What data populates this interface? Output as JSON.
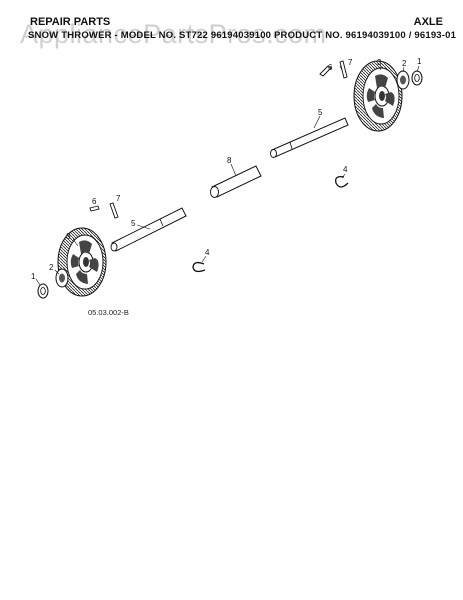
{
  "header": {
    "left_title": "REPAIR PARTS",
    "right_title": "AXLE",
    "subtitle": "SNOW THROWER - MODEL NO. ST722 96194039100 PRODUCT NO. 96194039100 / 96193-01"
  },
  "watermark": "AppliancePartsPros.com",
  "diagram": {
    "code": "05.03.002-B",
    "callouts": [
      {
        "id": "c1a",
        "label": "1"
      },
      {
        "id": "c2a",
        "label": "2"
      },
      {
        "id": "c3a",
        "label": "3"
      },
      {
        "id": "c4a",
        "label": "4"
      },
      {
        "id": "c5a",
        "label": "5"
      },
      {
        "id": "c6a",
        "label": "6"
      },
      {
        "id": "c7a",
        "label": "7"
      },
      {
        "id": "c8",
        "label": "8"
      },
      {
        "id": "c1b",
        "label": "1"
      },
      {
        "id": "c2b",
        "label": "2"
      },
      {
        "id": "c3b",
        "label": "3"
      },
      {
        "id": "c4b",
        "label": "4"
      },
      {
        "id": "c5b",
        "label": "5"
      },
      {
        "id": "c6b",
        "label": "6"
      },
      {
        "id": "c7b",
        "label": "7"
      }
    ]
  }
}
